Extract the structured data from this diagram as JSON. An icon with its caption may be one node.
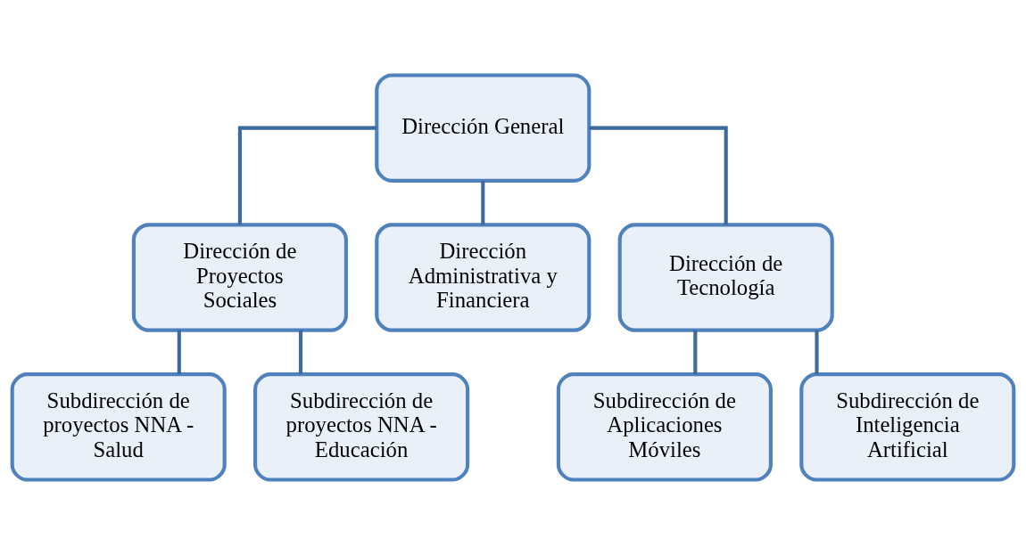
{
  "diagram": {
    "nodes": [
      {
        "text": [
          "Dirección General"
        ]
      },
      {
        "text": [
          "Dirección de Proyectos Sociales"
        ]
      },
      {
        "text": [
          "Dirección Administrativa y Financiera"
        ]
      },
      {
        "text": [
          "Dirección de Tecnología"
        ]
      },
      {
        "text": [
          "Subdirección de proyectos NNA - Salud"
        ]
      },
      {
        "text": [
          "Subdirección de proyectos NNA - Educación"
        ]
      },
      {
        "text": [
          "Subdirección de Aplicaciones Móviles"
        ]
      },
      {
        "text": [
          "Subdirección de Inteligencia Artificial"
        ]
      }
    ],
    "edges": [
      {
        "from": 0,
        "to": 1,
        "arrow": "none"
      },
      {
        "from": 0,
        "to": 2,
        "arrow": "none"
      },
      {
        "from": 0,
        "to": 3,
        "arrow": "none"
      },
      {
        "from": 1,
        "to": 4,
        "arrow": "none"
      },
      {
        "from": 1,
        "to": 5,
        "arrow": "none"
      },
      {
        "from": 3,
        "to": 6,
        "arrow": "none"
      },
      {
        "from": 3,
        "to": 7,
        "arrow": "none"
      }
    ]
  }
}
